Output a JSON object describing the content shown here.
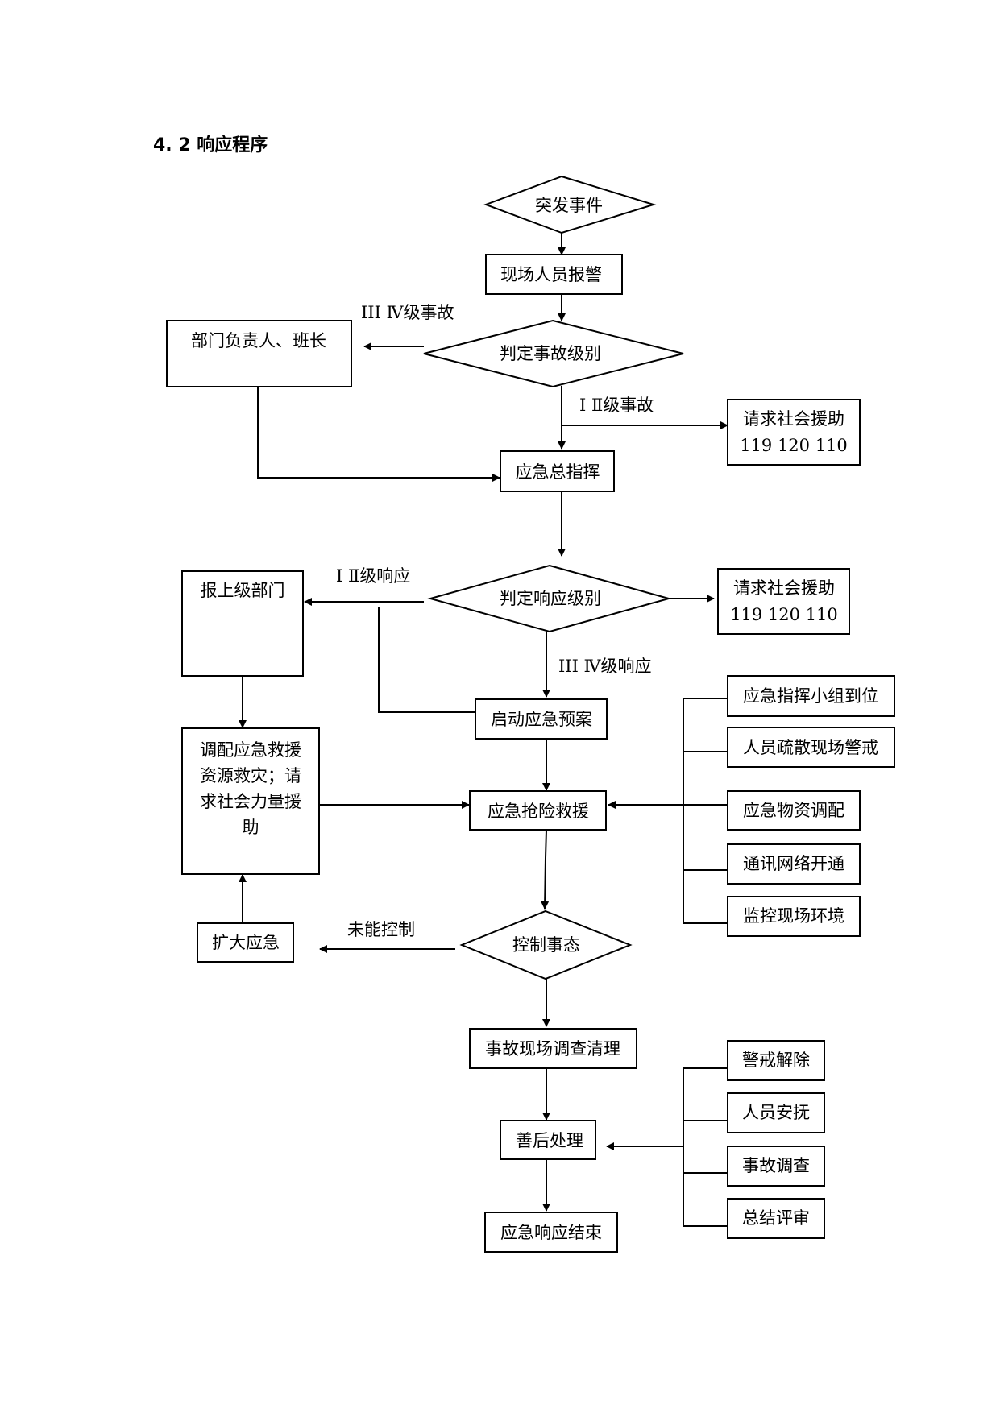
{
  "section_title": "4. 2 响应程序",
  "nodes": {
    "emergency_event": "突发事件",
    "site_report": "现场人员报警",
    "determine_accident_level": "判定事故级别",
    "dept_head": "部门负责人、班长",
    "social_aid_1": "请求社会援助",
    "social_aid_1_numbers": "119 120 110",
    "general_command": "应急总指挥",
    "report_superior": "报上级部门",
    "determine_response_level": "判定响应级别",
    "social_aid_2": "请求社会援助",
    "social_aid_2_numbers": "119 120 110",
    "start_plan": "启动应急预案",
    "dispatch_resources": [
      "调配应急救援",
      "资源救灾；请",
      "求社会力量援",
      "助"
    ],
    "rescue": "应急抢险救援",
    "expand_emergency": "扩大应急",
    "control_situation": "控制事态",
    "investigation_cleanup": "事故现场调查清理",
    "aftermath": "善后处理",
    "end_response": "应急响应结束"
  },
  "rescue_tasks": [
    "应急指挥小组到位",
    "人员疏散现场警戒",
    "应急物资调配",
    "通讯网络开通",
    "监控现场环境"
  ],
  "aftermath_tasks": [
    "警戒解除",
    "人员安抚",
    "事故调查",
    "总结评审"
  ],
  "edge_labels": {
    "level_34_accident": "III  Ⅳ级事故",
    "level_12_accident": "Ⅰ Ⅱ级事故",
    "level_12_response": "Ⅰ Ⅱ级响应",
    "level_34_response": "III  Ⅳ级响应",
    "not_controlled": "未能控制"
  }
}
